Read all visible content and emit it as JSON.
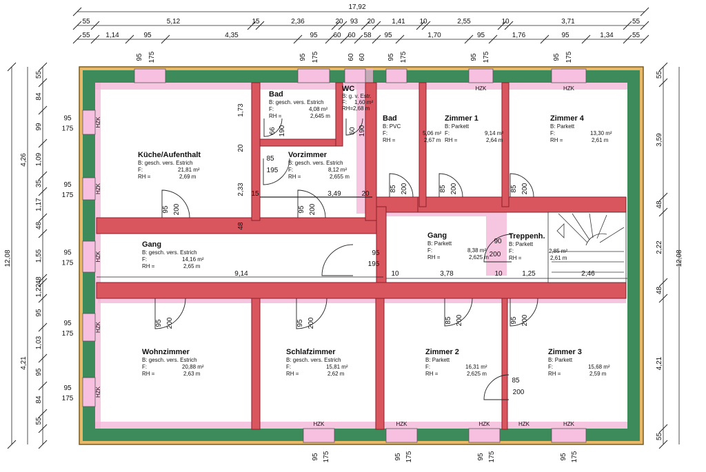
{
  "dimensions": {
    "overall_width": "17,92",
    "overall_height": "12,08",
    "row2": [
      "55",
      "5,12",
      "15",
      "2,36",
      "20",
      "93",
      "20",
      "1,41",
      "10",
      "2,55",
      "10",
      "3,71",
      "55"
    ],
    "row3": [
      "55",
      "1,14",
      "95",
      "4,35",
      "95",
      "60",
      "60",
      "58",
      "95",
      "1,70",
      "95",
      "1,76",
      "95",
      "1,34",
      "55"
    ],
    "left": [
      "55",
      "84",
      "99",
      "1,09",
      "35",
      "1,17",
      "48",
      "1,55",
      "48",
      "1,22",
      "95",
      "1,03",
      "95",
      "84",
      "55"
    ],
    "left_group": [
      "4,26",
      "4,21"
    ],
    "right": [
      "55",
      "3,59",
      "48",
      "2,22",
      "48",
      "4,21",
      "55"
    ]
  },
  "windows": {
    "width": "95",
    "height": "175",
    "small_width": "60",
    "small_height": "60",
    "radiator": "HZK"
  },
  "rooms": [
    {
      "name": "Küche/Aufenthalt",
      "floor": "B: gesch. vers. Estrich",
      "area_label": "F:",
      "area": "21,81 m²",
      "height_label": "RH =",
      "height": "2,69 m"
    },
    {
      "name": "Bad",
      "floor": "B: gesch. vers. Estrich",
      "area_label": "F:",
      "area": "4,08 m²",
      "height_label": "RH =",
      "height": "2,645 m"
    },
    {
      "name": "WC",
      "floor": "B: g. v. Estr.",
      "area_label": "F:",
      "area": "1,60 m²",
      "height_label": "RH=",
      "height": "2,68 m"
    },
    {
      "name": "Vorzimmer",
      "floor": "B: gesch. vers. Estrich",
      "area_label": "F:",
      "area": "8,12 m²",
      "height_label": "RH =",
      "height": "2,655 m"
    },
    {
      "name": "Bad",
      "floor": "B: PVC",
      "area_label": "F:",
      "area": "5,06 m²",
      "height_label": "RH =",
      "height": "2,67 m"
    },
    {
      "name": "Zimmer 1",
      "floor": "B: Parkett",
      "area_label": "F:",
      "area": "9,14 m²",
      "height_label": "RH =",
      "height": "2,64 m"
    },
    {
      "name": "Zimmer 4",
      "floor": "B: Parkett",
      "area_label": "F:",
      "area": "13,30 m²",
      "height_label": "RH =",
      "height": "2,61 m"
    },
    {
      "name": "Gang",
      "floor": "B: gesch. vers. Estrich",
      "area_label": "F:",
      "area": "14,16 m²",
      "height_label": "RH =",
      "height": "2,65 m"
    },
    {
      "name": "Gang",
      "floor": "B: Parkett",
      "area_label": "F:",
      "area": "8,38 m²",
      "height_label": "RH =",
      "height": "2,625 m"
    },
    {
      "name": "Treppenh.",
      "floor": "B: Parkett",
      "area_label": "F:",
      "area": "2,85 m²",
      "height_label": "RH =",
      "height": "2,61 m"
    },
    {
      "name": "Wohnzimmer",
      "floor": "B: gesch. vers. Estrich",
      "area_label": "F:",
      "area": "20,88 m²",
      "height_label": "RH =",
      "height": "2,63 m"
    },
    {
      "name": "Schlafzimmer",
      "floor": "B: gesch. vers. Estrich",
      "area_label": "F:",
      "area": "15,81 m²",
      "height_label": "RH =",
      "height": "2,62 m"
    },
    {
      "name": "Zimmer 2",
      "floor": "B: Parkett",
      "area_label": "F:",
      "area": "16,31 m²",
      "height_label": "RH =",
      "height": "2,625 m"
    },
    {
      "name": "Zimmer 3",
      "floor": "B: Parkett",
      "area_label": "F:",
      "area": "15,68 m²",
      "height_label": "RH =",
      "height": "2,59 m"
    }
  ],
  "doors": {
    "standard": [
      "95",
      "200"
    ],
    "narrow": [
      "85",
      "200"
    ],
    "stair": [
      "90",
      "200"
    ],
    "vorzimmer": [
      "85",
      "195"
    ],
    "gang": [
      "95",
      "195"
    ],
    "bad": [
      "66",
      "190"
    ],
    "wc": [
      "60",
      "190"
    ]
  },
  "inner_dims": {
    "corridor_length": "9,14",
    "upper_corridor": "3,49",
    "gang_width": "3,78",
    "gang_left": "10",
    "gang_right": "10",
    "stair_a": "1,25",
    "stair_b": "2,46",
    "wall_20a": "20",
    "wall_20b": "20",
    "wall_15": "15",
    "bad_depth": "1,73",
    "vorzimmer_depth": "2,33",
    "wall_48": "48"
  }
}
